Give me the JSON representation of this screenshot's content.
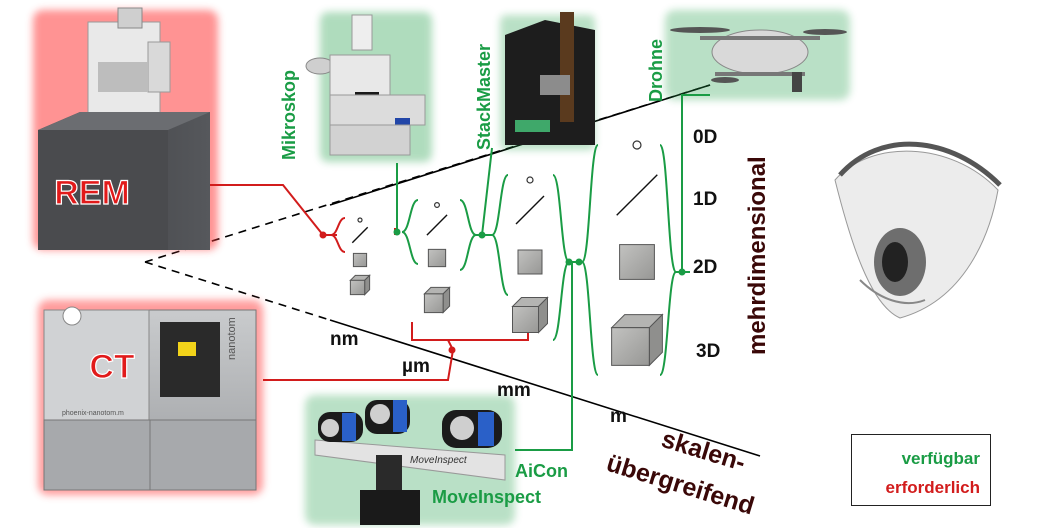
{
  "instruments": {
    "rem": "REM",
    "ct": "CT",
    "mikroskop": "Mikroskop",
    "stackmaster": "StackMaster",
    "drohne": "Drohne",
    "aicon_line1": "AiCon",
    "aicon_line2": "MoveInspect",
    "ct_brand": "nanotom",
    "ct_url": "phoenix-nanotom.m",
    "moveinspect_brand": "MoveInspect"
  },
  "scales": {
    "nm": "nm",
    "um": "µm",
    "mm": "mm",
    "m": "m"
  },
  "dimensions": {
    "d0": "0D",
    "d1": "1D",
    "d2": "2D",
    "d3": "3D"
  },
  "axis_labels": {
    "multidim": "mehrdimensional",
    "cross_scale_1": "skalen-",
    "cross_scale_2": "übergreifend"
  },
  "legend": {
    "available": "verfügbar",
    "required": "erforderlich"
  },
  "colors": {
    "available": "#1a9c45",
    "required": "#d21c1c",
    "dark_label": "#3a0808",
    "instrument_glow": "#ff3b3b"
  }
}
